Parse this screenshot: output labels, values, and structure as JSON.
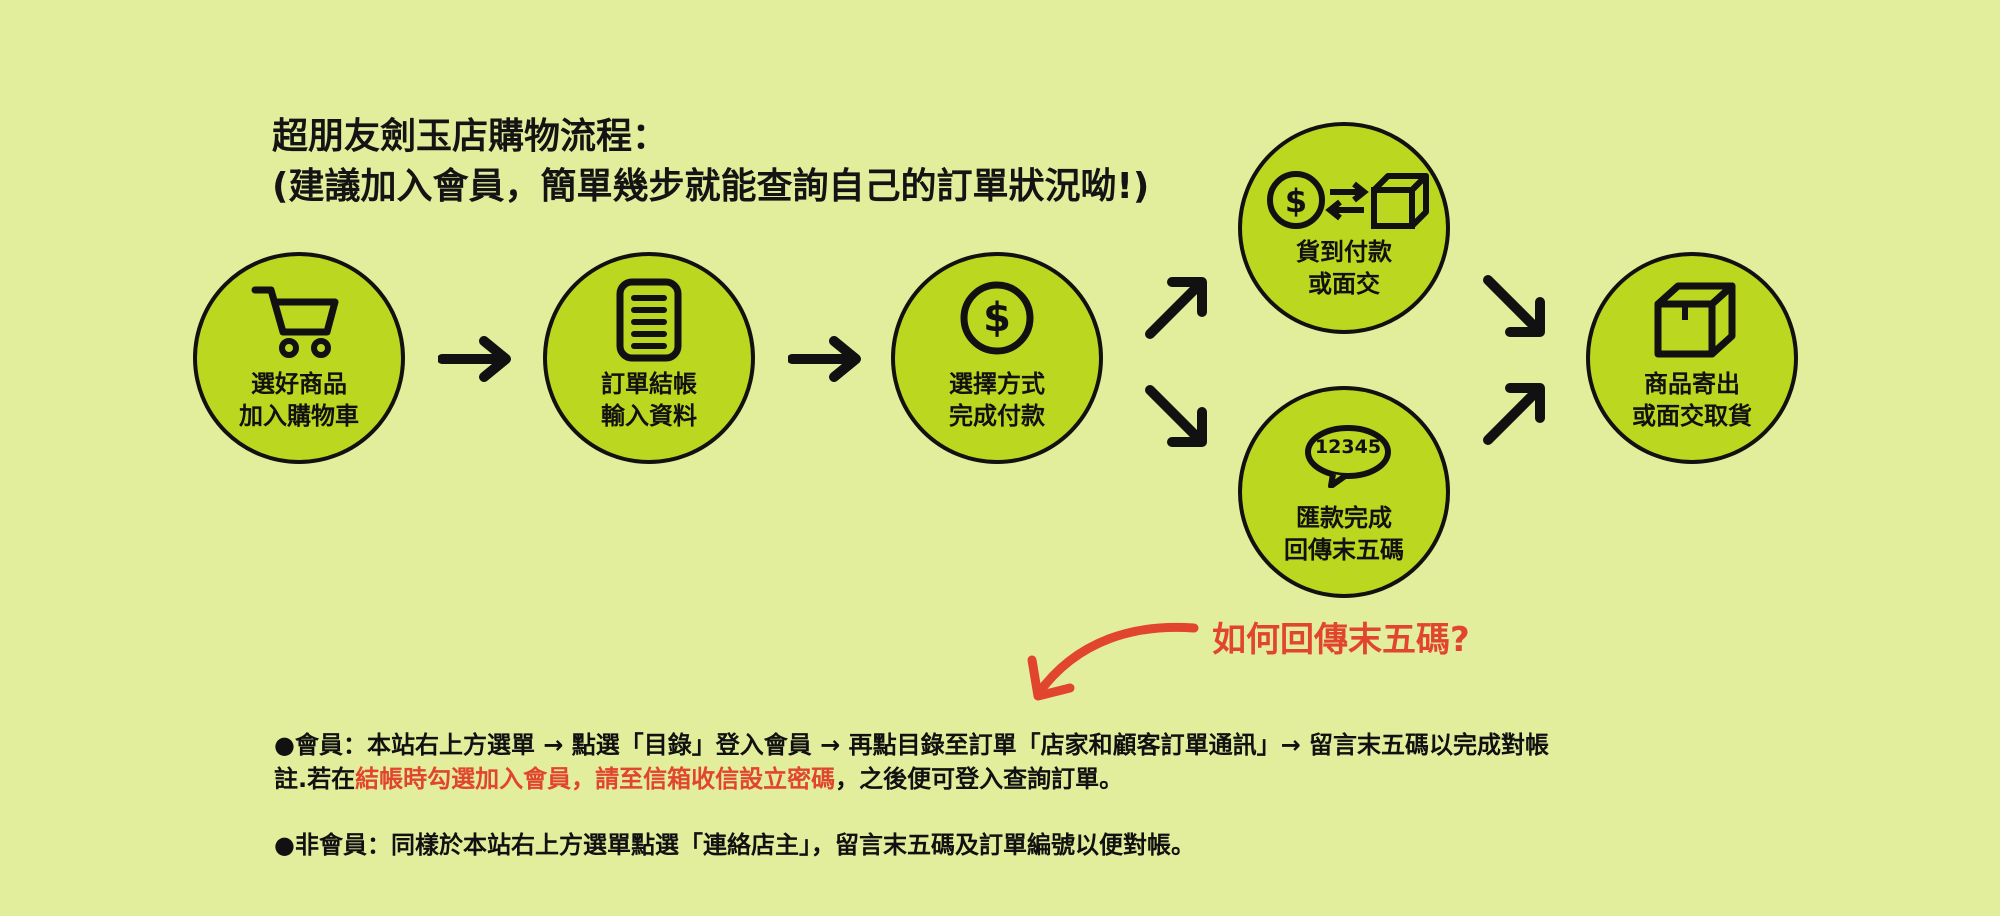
{
  "header": {
    "title_line1": "超朋友劍玉店購物流程：",
    "title_line2": "(建議加入會員，簡單幾步就能查詢自己的訂單狀況呦!)"
  },
  "steps": {
    "select": {
      "line1": "選好商品",
      "line2": "加入購物車",
      "icon": "shopping-cart-icon"
    },
    "checkout": {
      "line1": "訂單結帳",
      "line2": "輸入資料",
      "icon": "document-list-icon"
    },
    "payment": {
      "line1": "選擇方式",
      "line2": "完成付款",
      "icon": "dollar-coin-icon"
    },
    "cod": {
      "line1": "貨到付款",
      "line2": "或面交",
      "icon": "dollar-exchange-box-icon"
    },
    "transfer": {
      "line1": "匯款完成",
      "line2": "回傳末五碼",
      "bubble": "12345",
      "icon": "speech-bubble-icon"
    },
    "ship": {
      "line1": "商品寄出",
      "line2": "或面交取貨",
      "icon": "package-box-icon"
    }
  },
  "callout": {
    "text": "如何回傳末五碼?"
  },
  "notes": {
    "member": "●會員：本站右上方選單 → 點選「目錄」登入會員 → 再點目錄至訂單「店家和顧客訂單通訊」→ 留言末五碼以完成對帳",
    "remark_pre": "註.若在",
    "remark_red": "結帳時勾選加入會員，請至信箱收信設立密碼",
    "remark_post": "，之後便可登入查詢訂單。",
    "non_member": "●非會員：同樣於本站右上方選單點選「連絡店主」，留言末五碼及訂單編號以便對帳。"
  },
  "colors": {
    "background": "#e3ee9c",
    "circle_fill": "#bcd71f",
    "accent_red": "#e2452e",
    "ink": "#111111"
  }
}
